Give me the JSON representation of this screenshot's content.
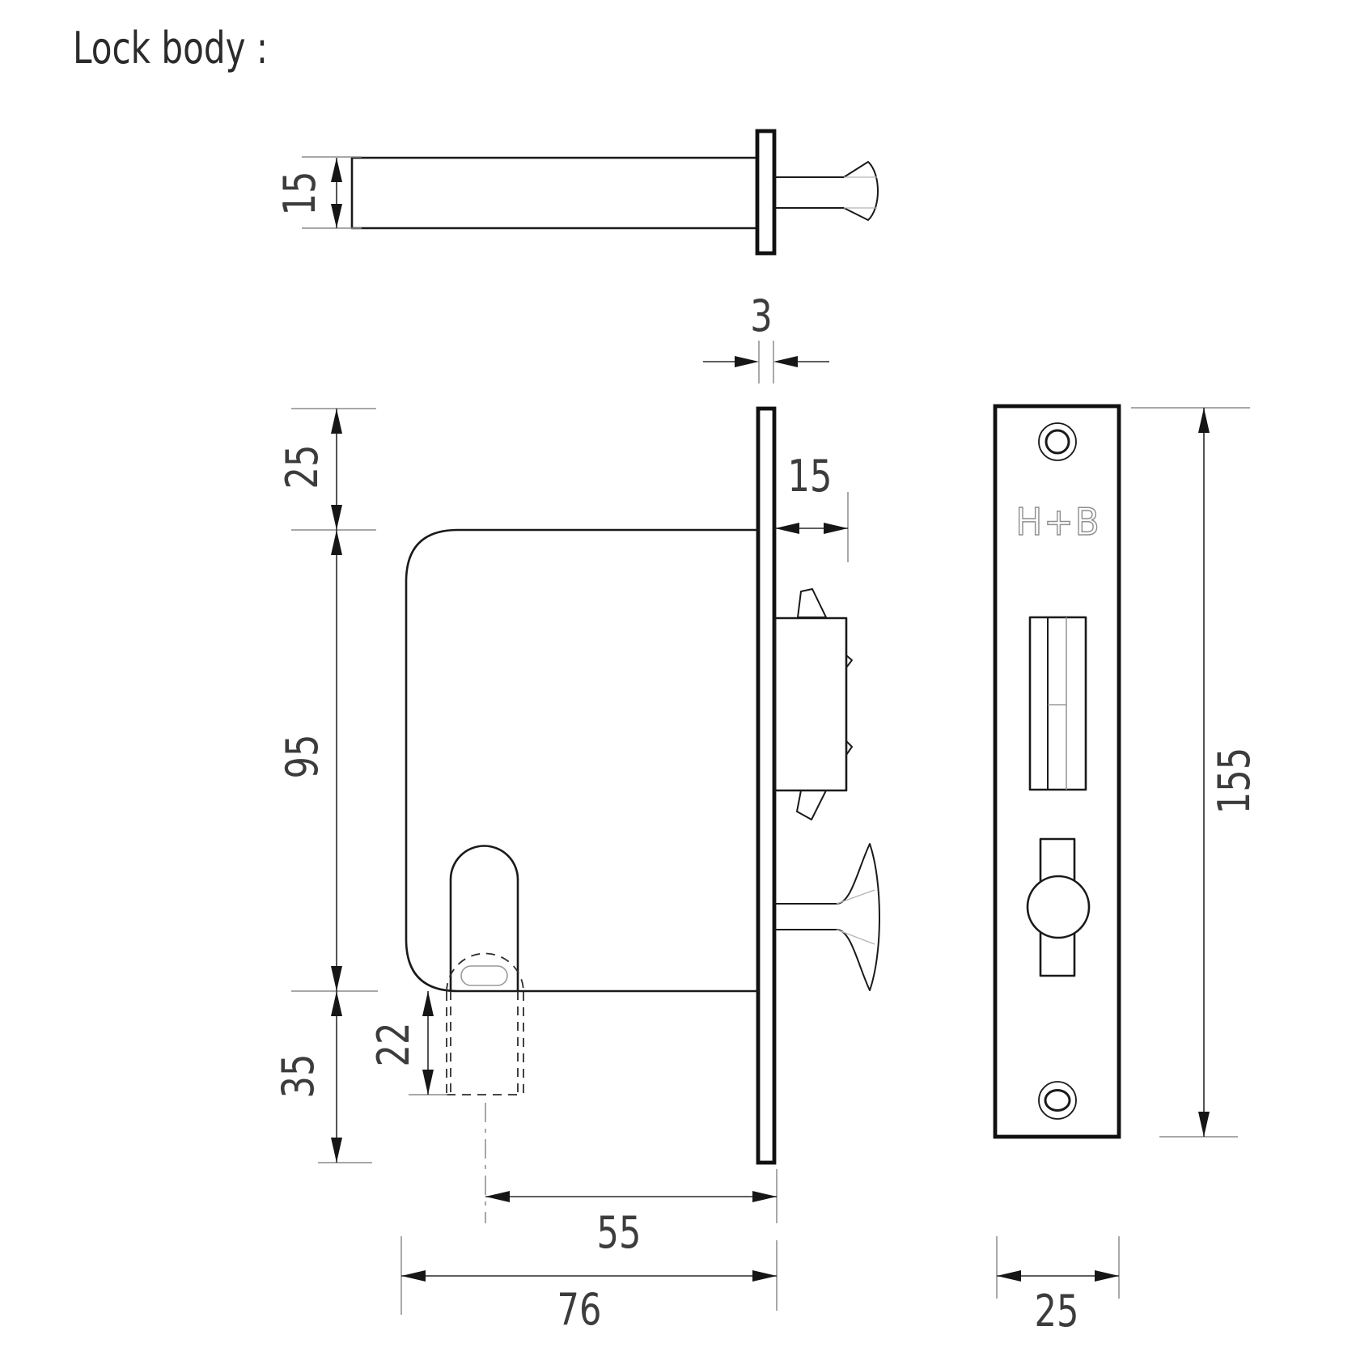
{
  "title": "Lock body :",
  "brand_mark": "H+B",
  "dimensions": {
    "top_view_thickness": "15",
    "faceplate_thickness": "3",
    "top_offset": "25",
    "body_height": "95",
    "bottom_offset": "35",
    "hook_drop": "22",
    "latch_projection": "15",
    "center_to_edge": "55",
    "body_depth": "76",
    "faceplate_height": "155",
    "faceplate_width": "25"
  },
  "colors": {
    "background": "#ffffff",
    "line": "#1a1a1a",
    "dim_line": "#2a2a2a",
    "extension_line": "#8c8c8c",
    "label": "#3c3c3c",
    "brand": "#8f8f8f"
  }
}
